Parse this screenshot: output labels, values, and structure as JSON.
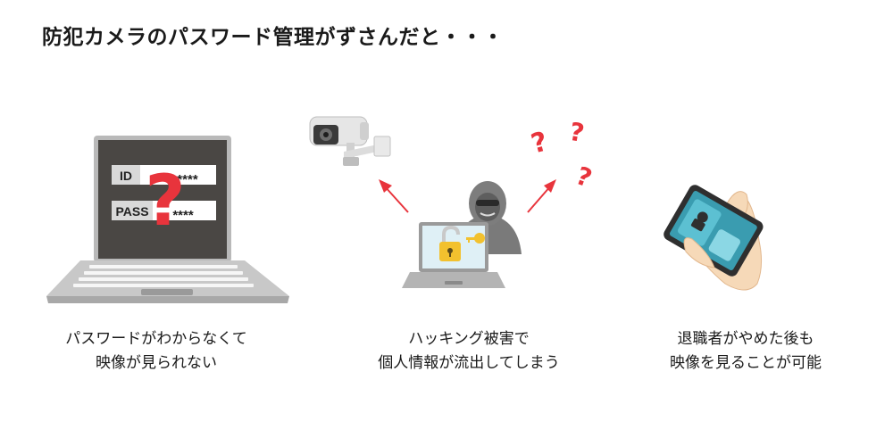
{
  "title": "防犯カメラのパスワード管理がずさんだと・・・",
  "laptop_screen": {
    "id_label": "ID",
    "id_mask": "****",
    "pass_label": "PASS",
    "pass_mask": "****"
  },
  "question_mark": "?",
  "captions": {
    "left": [
      "パスワードがわからなくて",
      "映像が見られない"
    ],
    "middle": [
      "ハッキング被害で",
      "個人情報が流出してしまう"
    ],
    "right": [
      "退職者がやめた後も",
      "映像を見ることが可能"
    ]
  },
  "colors": {
    "accent_red": "#e8343c",
    "laptop_gray": "#8c8c8c",
    "screen_dark": "#4a4744",
    "tablet_blue": "#3a9cb0",
    "lock_yellow": "#f2c12e",
    "hacker_gray": "#6a6a6a"
  }
}
